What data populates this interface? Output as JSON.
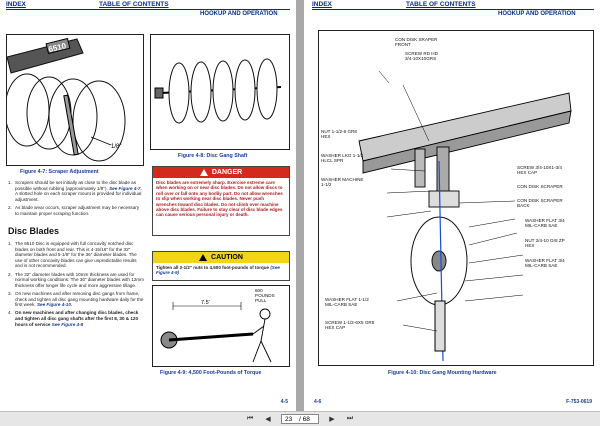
{
  "left_page": {
    "header": {
      "index": "INDEX",
      "toc": "TABLE OF CONTENTS",
      "section": "HOOKUP AND OPERATION"
    },
    "fig47": {
      "caption": "Figure 4-7:  Scraper Adjustment",
      "sign": "6510",
      "dim": "1/8\""
    },
    "fig48": {
      "caption": "Figure 4-8:  Disc Gang Shaft"
    },
    "scraper_list": [
      {
        "num": "1.",
        "text": "Scrapers should be set initially as close to the disc blade as possible without rubbing (approximately 1/8\"). ",
        "ref": "See Figure 4-7.",
        "tail": " A slotted hole on each scraper mount is provided for individual adjustment."
      },
      {
        "num": "2.",
        "text": "As blade wear occurs, scraper adjustment may be necessary to maintain proper scraping function.",
        "ref": "",
        "tail": ""
      }
    ],
    "disc_title": "Disc Blades",
    "disc_list": [
      {
        "num": "1.",
        "text": "The 6510 Disc is equipped with full concavity notched disc blades on both front and rear. This is 4-15/16\" for the 32\" diameter blades and 5-1/8\" for the 36\" diameter blades. The use of other concavity blades can give unpredictable results and is not recommended.",
        "ref": "",
        "tail": ""
      },
      {
        "num": "2.",
        "text": "The 32\" diameter blades with 10mm thickness are used for normal working conditions. The 36\" diameter blades with 12mm thickness offer longer life cycle and more aggressive tillage.",
        "ref": "",
        "tail": ""
      },
      {
        "num": "3.",
        "text": "On new machines and after removing disc gangs from frame, check and tighten all disc gang mounting hardware daily for the first week. ",
        "ref": "See Figure 4-10.",
        "tail": ""
      },
      {
        "num": "4.",
        "text": "On new machines and after changing disc blades, check and tighten all disc gang shafts after the first 8, 30 & 120 hours of service ",
        "ref": "See Figure 4-8",
        "tail": ""
      }
    ],
    "danger": {
      "title": "DANGER",
      "text": "Disc blades are extremely sharp. Exercise extreme care when working on or near disc blades. Do not allow discs to roll over or fall onto any bodily part. Do not allow wrenches to slip when working near disc blades. Never push wrenches toward disc blades. Do not climb over machine above disc blades. Failure to stay clear of disc blade edges can cause serious personal injury or death."
    },
    "caution": {
      "title": "CAUTION",
      "text": "Tighten all 2-1/2\" nuts to 4,500 foot-pounds of torque ",
      "ref": "(See Figure 4-9)"
    },
    "fig49": {
      "caption": "Figure 4-9:  4,500 Foot-Pounds of Torque",
      "dim": "7.5'",
      "pull": "600\nPOUNDS\nPULL"
    },
    "footer": "4-5"
  },
  "right_page": {
    "header": {
      "index": "INDEX",
      "toc": "TABLE OF CONTENTS",
      "section": "HOOKUP AND OPERATION"
    },
    "labels": {
      "l1": "CON DISK SRAPER\nFRONT",
      "l2": "SCREW RD HD\n3/4-10X10GRS",
      "l3": "NUT 1-1/2-6 GR8\nHEX",
      "l4": "WASHER LKG 1-1/2\nHLCL SPR",
      "l5": "WASHER MACHINE\n1-1/2",
      "l6": "SCREW 3/4-10X1-3/4\nHEX CAP",
      "l7": "CON DISK SCRAPER",
      "l8": "CON DISK SCRAPER\nBACK",
      "l9": "WASHER FLAT 3/4\nMIL-CARB SAE",
      "l10": "NUT 3/4-10 Gr8 ZP\nHEX",
      "l11": "WASHER FLAT 3/4\nMIL-CARB SAE",
      "l12": "WASHER FLAT 1-1/2\nMIL-CARB SAE",
      "l13": "SCREW 1-1/2-6X5 GR8\nHEX CAP"
    },
    "fig410": {
      "caption": "Figure 4-10:  Disc Gang Mounting Hardware"
    },
    "footer_left": "4-6",
    "footer_right": "F-753-0619"
  },
  "toolbar": {
    "current_page": "23",
    "total": "/ 68"
  }
}
